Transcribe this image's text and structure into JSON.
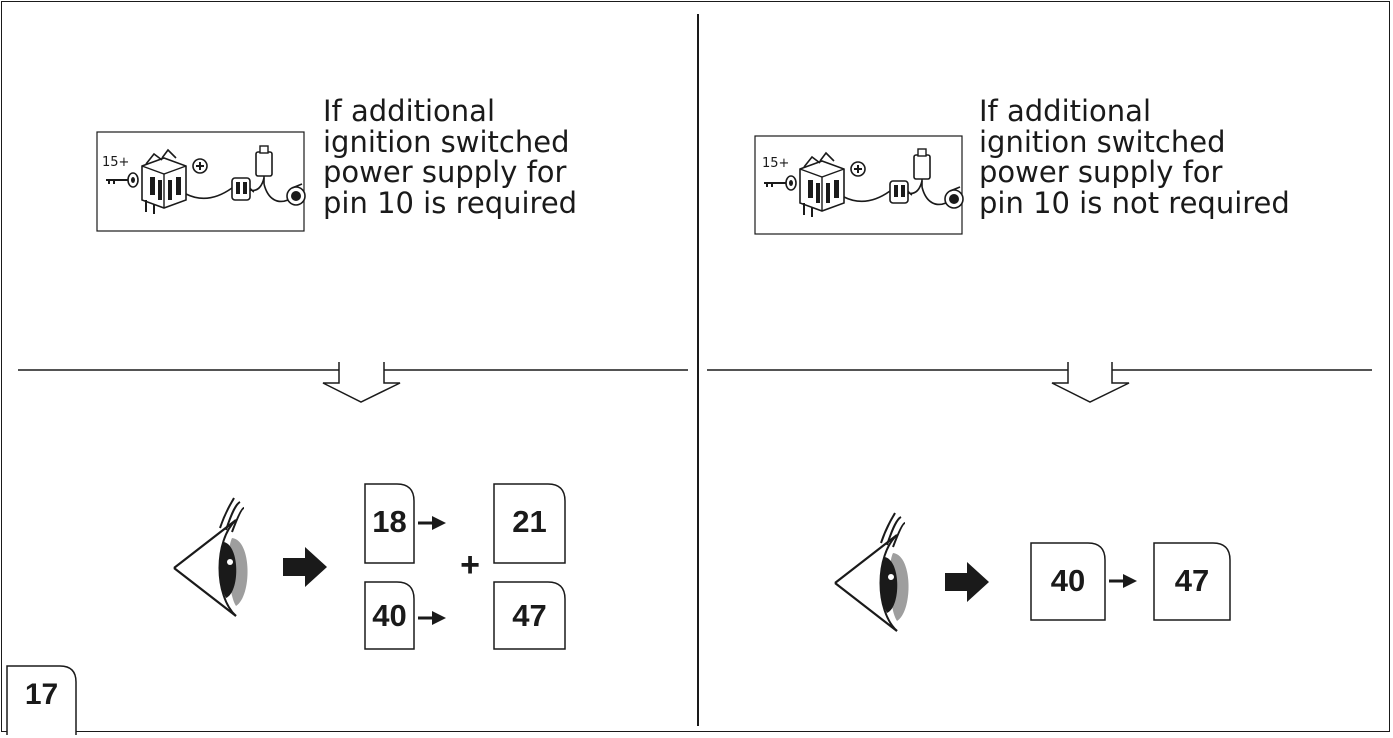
{
  "page_number": "17",
  "left_panel": {
    "condition_lines": [
      "If additional",
      "ignition switched",
      "power supply for",
      "pin 10 is required"
    ],
    "icon_label": "15+",
    "icon_name": "ignition-wiring-icon",
    "result_icon": "eye-icon",
    "arrow_icon": "right-arrow-icon",
    "steps_row1": {
      "from": "18",
      "to": "21"
    },
    "plus_sign": "+",
    "steps_row2": {
      "from": "40",
      "to": "47"
    }
  },
  "right_panel": {
    "condition_lines": [
      "If additional",
      "ignition switched",
      "power supply for",
      "pin 10 is not required"
    ],
    "icon_label": "15+",
    "icon_name": "ignition-wiring-icon",
    "result_icon": "eye-icon",
    "arrow_icon": "right-arrow-icon",
    "steps_row1": {
      "from": "40",
      "to": "47"
    }
  }
}
